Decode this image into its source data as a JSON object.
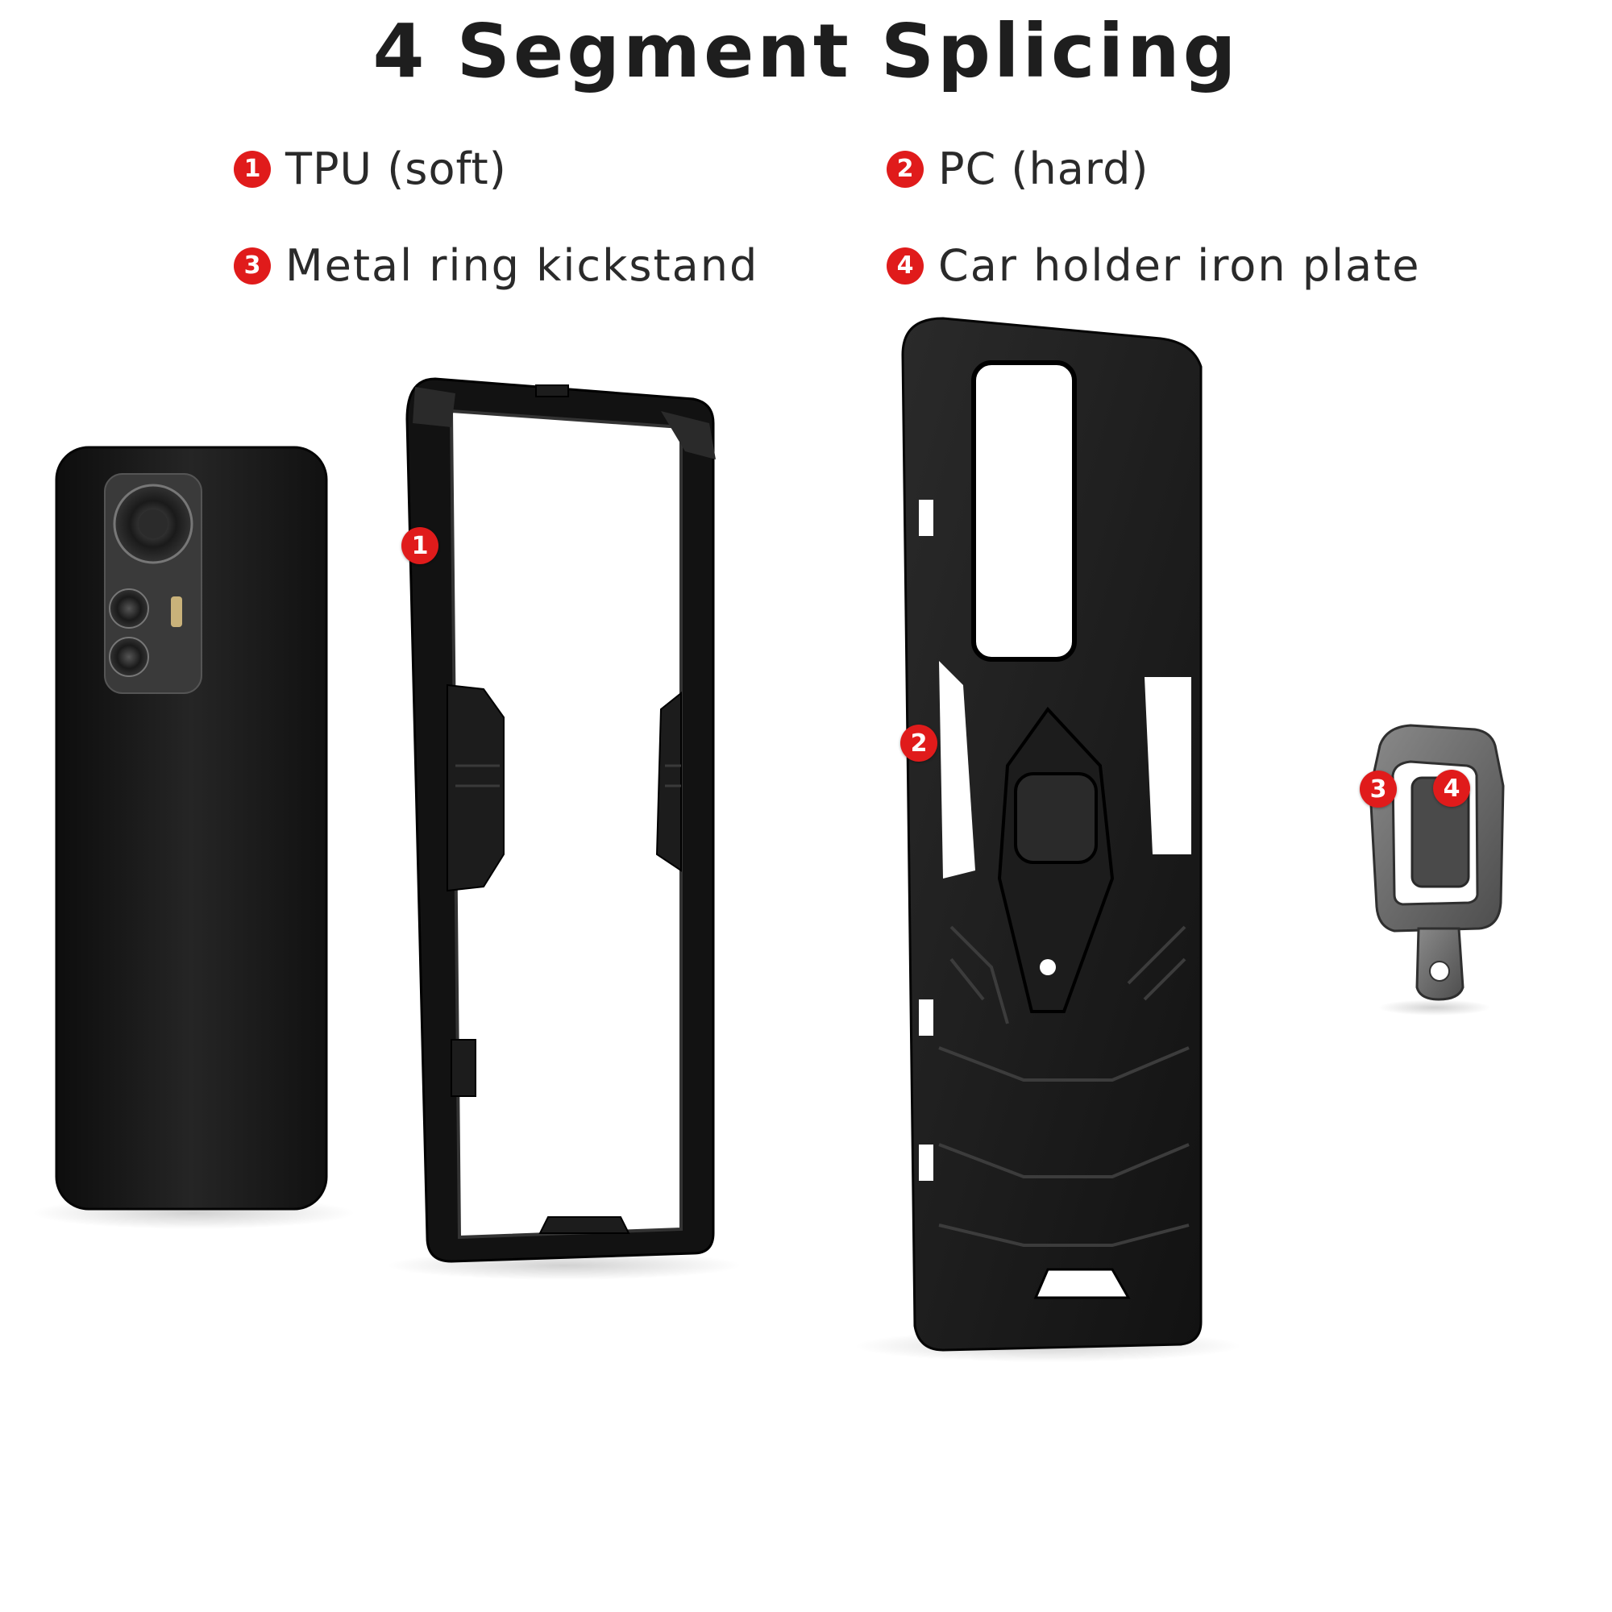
{
  "title": "4 Segment Splicing",
  "legend": [
    {
      "number": "1",
      "label": "TPU (soft)"
    },
    {
      "number": "2",
      "label": "PC (hard)"
    },
    {
      "number": "3",
      "label": "Metal ring kickstand"
    },
    {
      "number": "4",
      "label": "Car holder iron plate"
    }
  ],
  "markers": {
    "tpu_frame": "1",
    "pc_shell": "2",
    "ring": "3",
    "plate": "4"
  },
  "colors": {
    "marker_red": "#e01b1b",
    "case_black": "#1a1a1a",
    "ring_gray": "#6e6e6e"
  }
}
